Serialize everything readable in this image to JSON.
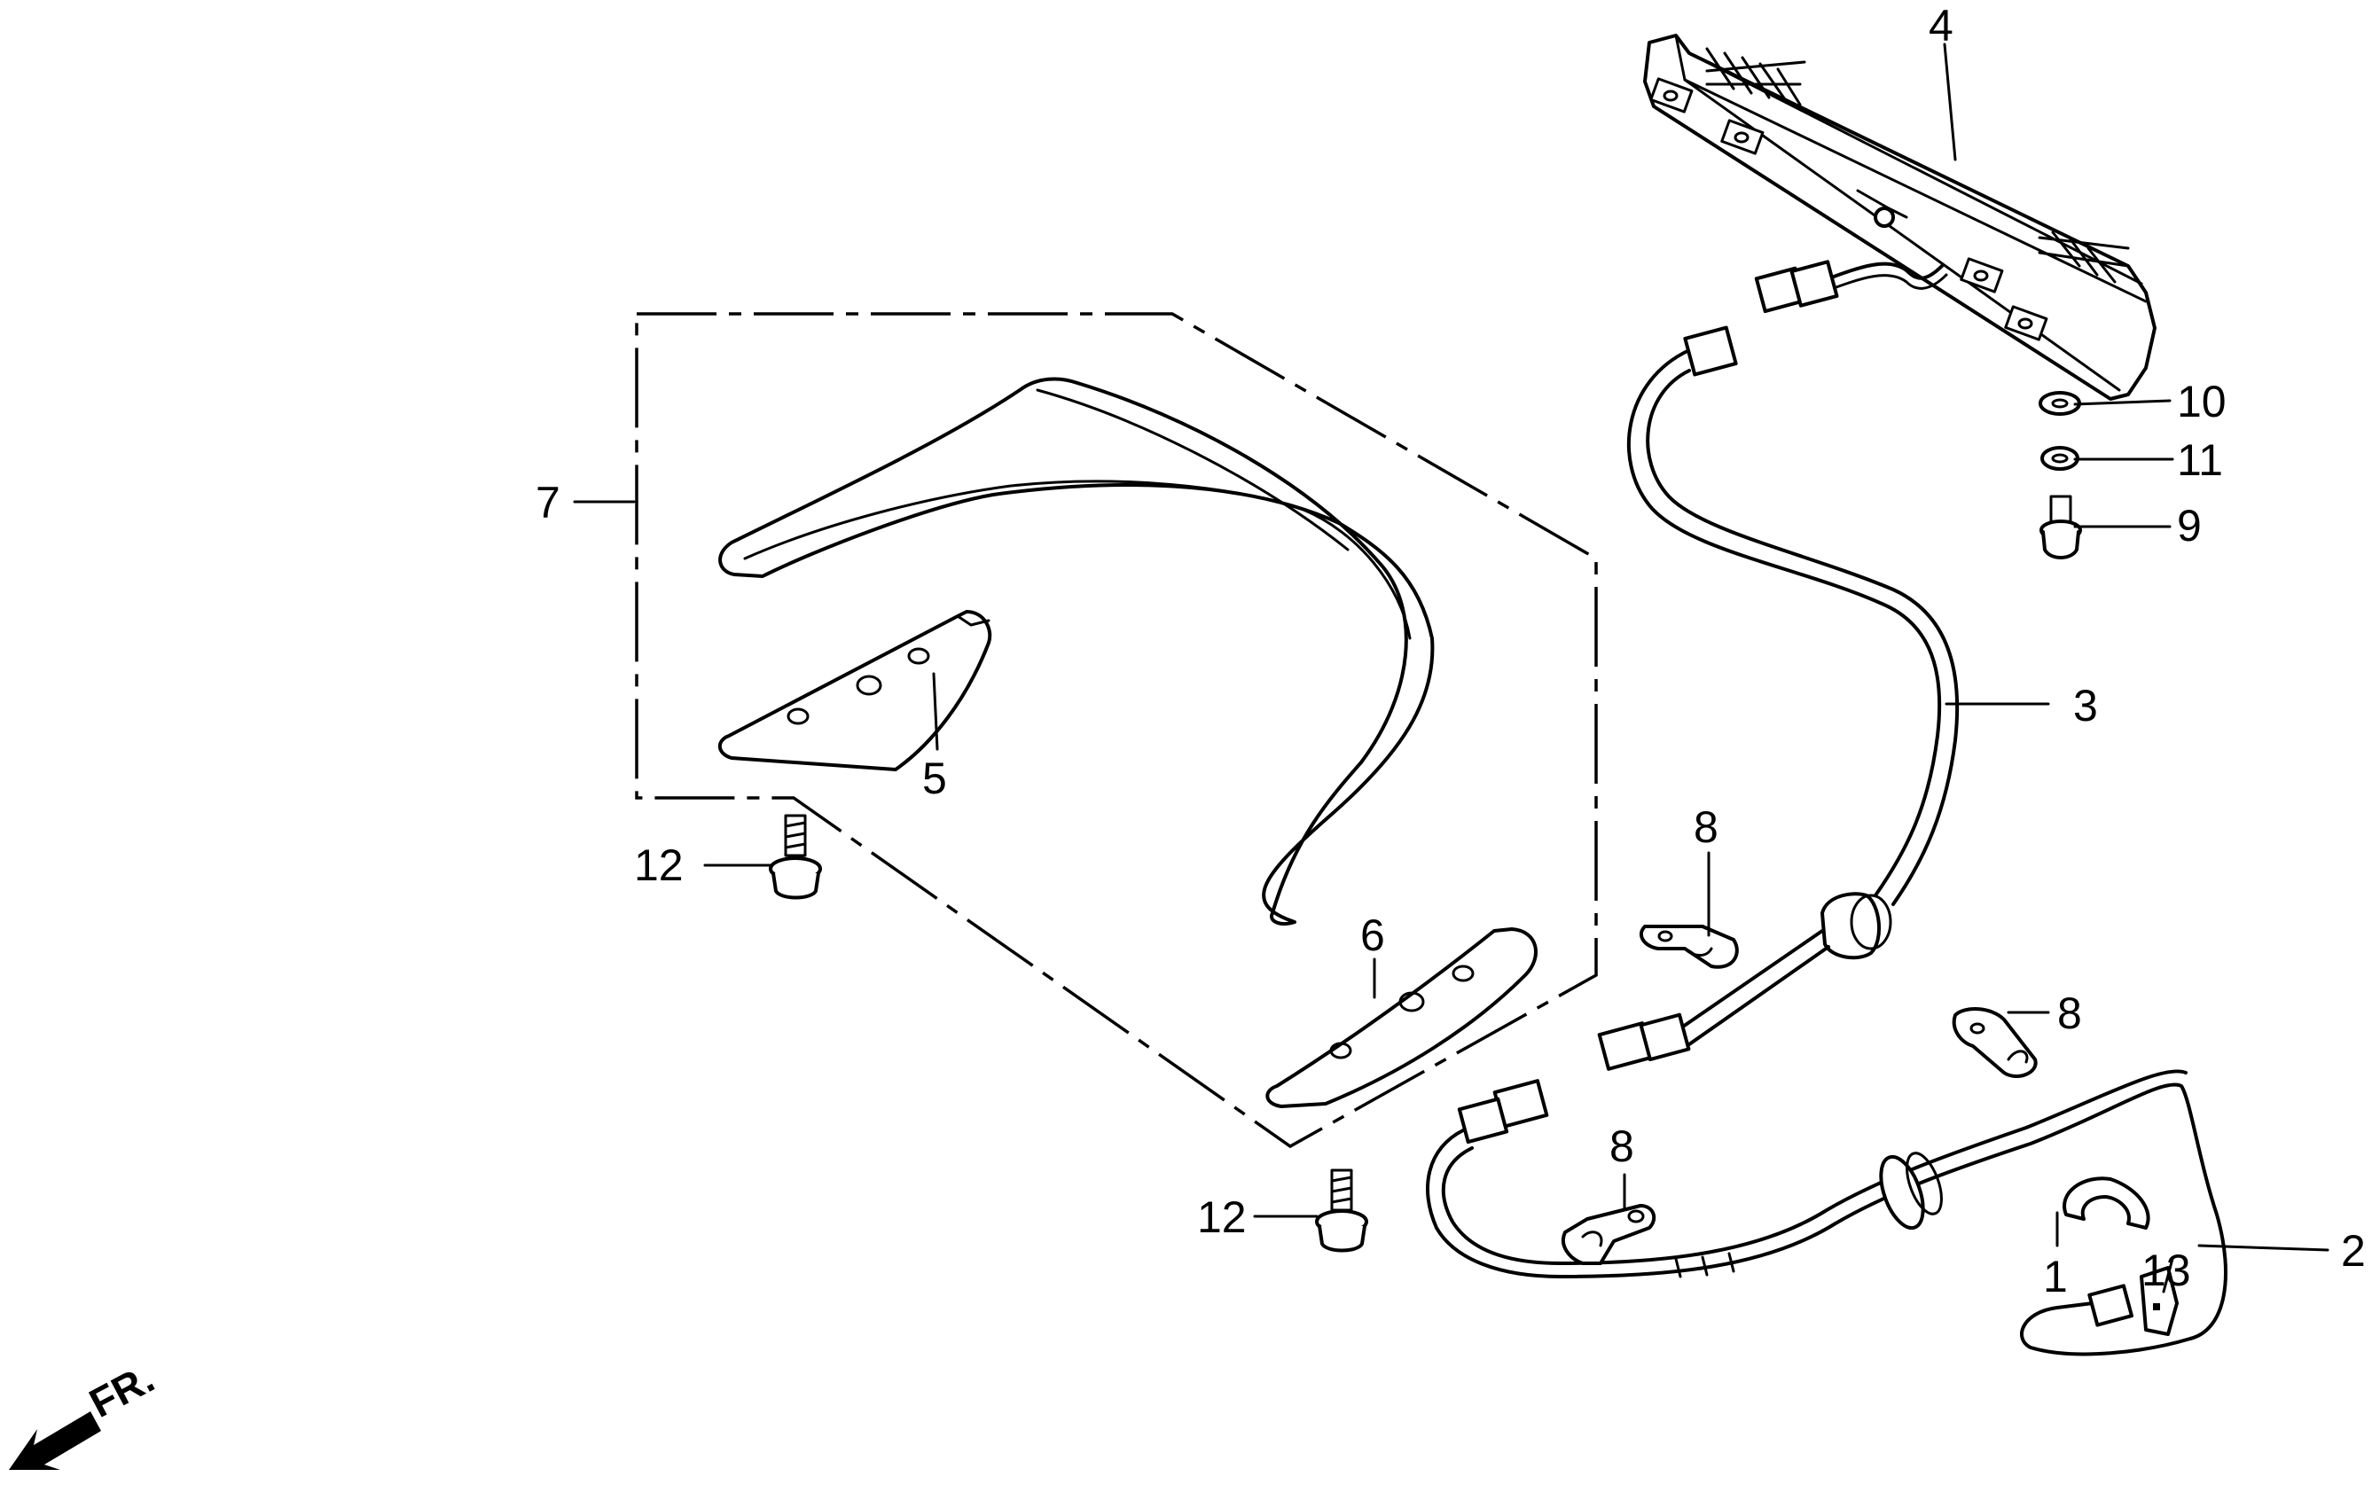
{
  "callouts": {
    "c1": "1",
    "c2": "2",
    "c3": "3",
    "c4": "4",
    "c5": "5",
    "c6": "6",
    "c7": "7",
    "c8a": "8",
    "c8b": "8",
    "c8c": "8",
    "c9": "9",
    "c10": "10",
    "c11": "11",
    "c12a": "12",
    "c12b": "12",
    "c13": "13"
  },
  "direction": {
    "label": "FR."
  }
}
